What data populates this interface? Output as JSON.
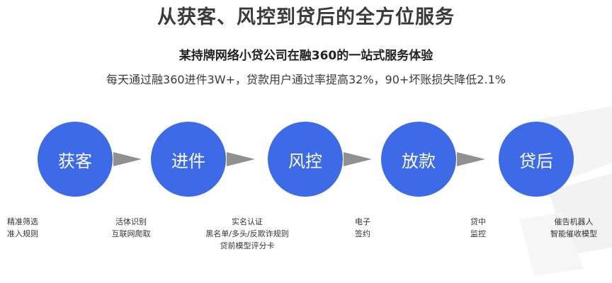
{
  "title": "从获客、风控到贷后的全方位服务",
  "subtitle": "某持牌网络小贷公司在融360的一站式服务体验",
  "tagline": "每天通过融360进件3W+，贷款用户通过率提高32%，90+坏账损失降低2.1%",
  "colors": {
    "circle": "#3d6be8",
    "arrow": "#909090",
    "title": "#3a3a3a"
  },
  "steps": [
    {
      "label": "获客",
      "details": [
        "精准筛选",
        "准入规则"
      ]
    },
    {
      "label": "进件",
      "details": [
        "活体识别",
        "互联网爬取"
      ]
    },
    {
      "label": "风控",
      "details": [
        "实名认证",
        "黑名单/多头/反欺诈规则",
        "贷前模型评分卡"
      ]
    },
    {
      "label": "放款",
      "details": [
        "电子",
        "签约"
      ]
    },
    {
      "label": "贷后",
      "details": [
        "贷中",
        "监控"
      ]
    }
  ],
  "extra_detail": [
    "催告机器人",
    "智能催收模型"
  ]
}
